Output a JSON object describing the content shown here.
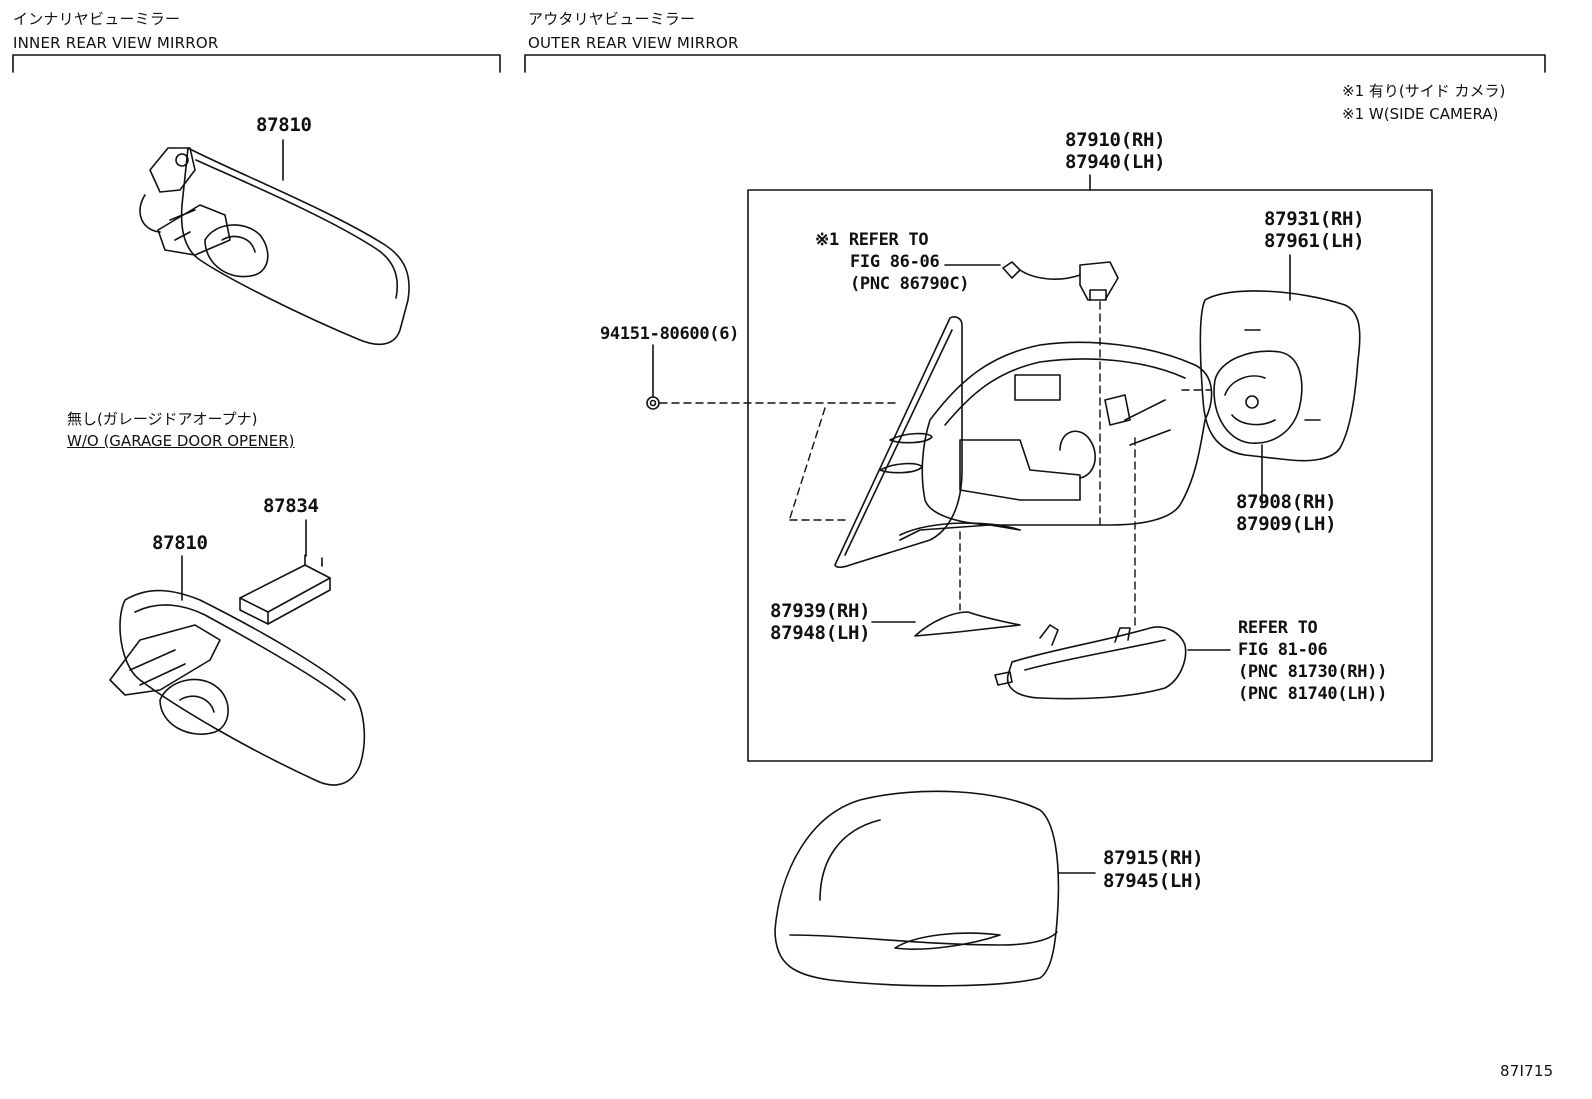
{
  "sections": {
    "inner": {
      "title_jp": "インナリヤビューミラー",
      "title_en": "INNER REAR VIEW MIRROR"
    },
    "outer": {
      "title_jp": "アウタリヤビューミラー",
      "title_en": "OUTER REAR VIEW MIRROR"
    }
  },
  "notes": {
    "camera_jp": "※1 有り(サイド カメラ)",
    "camera_en": "※1 W(SIDE CAMERA)",
    "garage_jp": "無し(ガレージドアオープナ)",
    "garage_en": "W/O (GARAGE DOOR OPENER)"
  },
  "parts": {
    "p87810_top": "87810",
    "p87810_bottom": "87810",
    "p87834": "87834",
    "p87910": "87910(RH)",
    "p87940": "87940(LH)",
    "p87931": "87931(RH)",
    "p87961": "87961(LH)",
    "p87908": "87908(RH)",
    "p87909": "87909(LH)",
    "p87939": "87939(RH)",
    "p87948": "87948(LH)",
    "p87915": "87915(RH)",
    "p87945": "87945(LH)",
    "p94151": "94151-80600(6)"
  },
  "references": {
    "camera_ref_1": "※1 REFER TO",
    "camera_ref_2": "FIG 86-06",
    "camera_ref_3": "(PNC 86790C)",
    "lamp_ref_1": "REFER TO",
    "lamp_ref_2": "FIG 81-06",
    "lamp_ref_3": "(PNC 81730(RH))",
    "lamp_ref_4": "(PNC 81740(LH))"
  },
  "figure_id": "87I715",
  "colors": {
    "line": "#111111",
    "background": "#ffffff"
  }
}
